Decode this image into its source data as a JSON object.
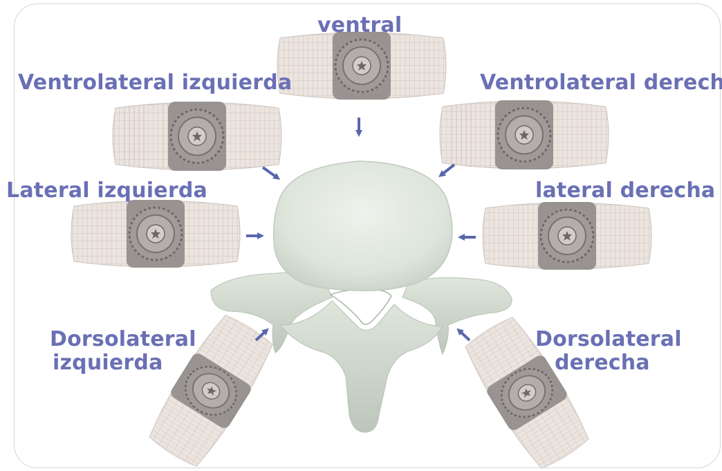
{
  "colors": {
    "label": "#6a70b4",
    "arrow": "#5966ac",
    "bone": "#dfe6dd",
    "plate": "#ebe3dd",
    "core": "#8a8685"
  },
  "labels": {
    "ventral": "ventral",
    "ventrolateral_left": "Ventrolateral izquierda",
    "ventrolateral_right": "Ventrolateral derecha",
    "lateral_left": "Lateral izquierda",
    "lateral_right": "lateral derecha",
    "dorsolateral_left": [
      "Dorsolateral",
      "izquierda"
    ],
    "dorsolateral_right": [
      "Dorsolateral",
      "derecha"
    ]
  }
}
